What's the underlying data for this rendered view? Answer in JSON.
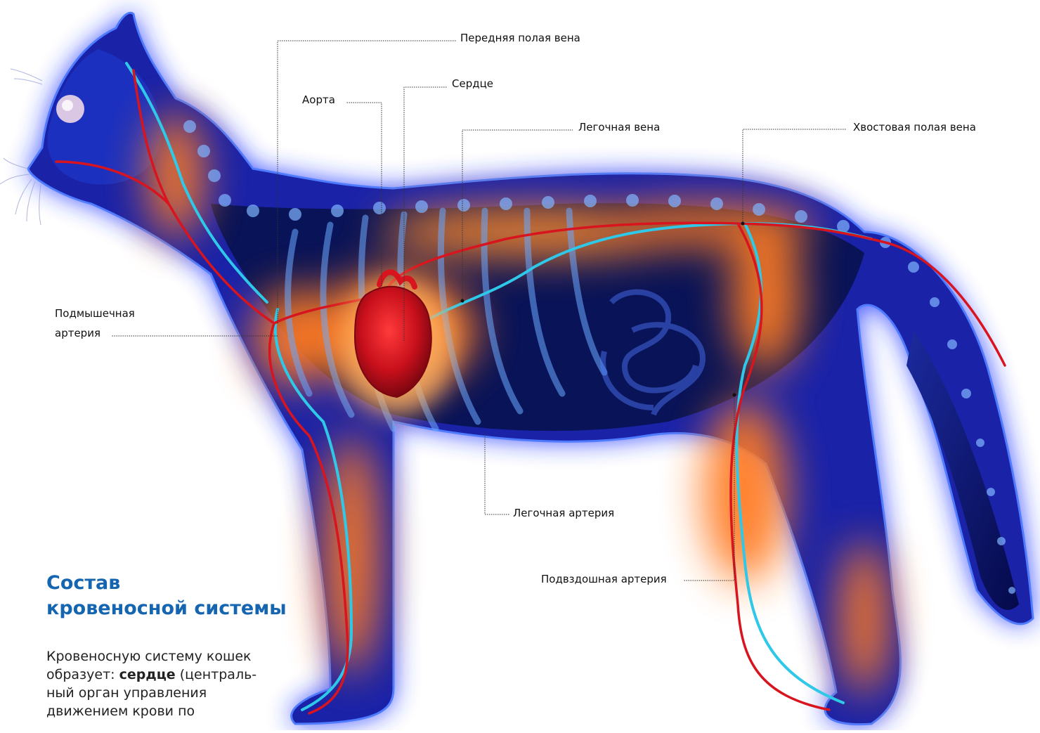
{
  "labels": {
    "anterior_vena_cava": "Передняя полая вена",
    "heart": "Сердце",
    "aorta": "Аорта",
    "pulmonary_vein": "Легочная вена",
    "caudal_vena_cava": "Хвостовая полая вена",
    "axillary_artery_line1": "Подмышечная",
    "axillary_artery_line2": "артерия",
    "pulmonary_artery": "Легочная артерия",
    "iliac_artery": "Подвздошная артерия"
  },
  "heading": {
    "line1": "Состав",
    "line2": "кровеносной системы"
  },
  "body": {
    "line1": "Кровеносную систему кошек",
    "line2_pre": "образует: ",
    "line2_bold": "сердце",
    "line2_post": " (централь-",
    "line3": "ный орган управления",
    "line4": "движением крови по"
  },
  "colors": {
    "heading": "#1565b0",
    "body_glow": "#1e3fd0",
    "artery": "#d8141e",
    "vein": "#2fc8e8",
    "heat": "#ff8a2a"
  }
}
